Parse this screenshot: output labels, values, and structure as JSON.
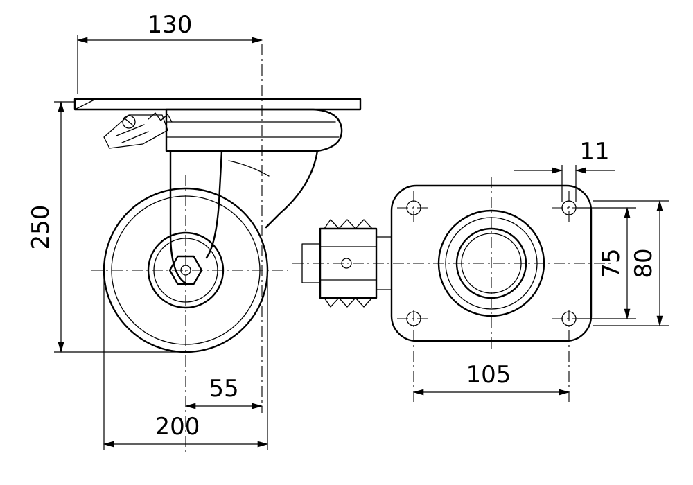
{
  "dimensions": {
    "side_view": {
      "plate_length": "130",
      "overall_height": "250",
      "swivel_offset": "55",
      "wheel_diameter": "200"
    },
    "top_view": {
      "hole_diameter": "11",
      "hole_spacing_vertical": "75",
      "plate_span_vertical": "80",
      "hole_spacing_horizontal": "105"
    }
  },
  "colors": {
    "line_color": "#000000",
    "background": "#ffffff"
  }
}
